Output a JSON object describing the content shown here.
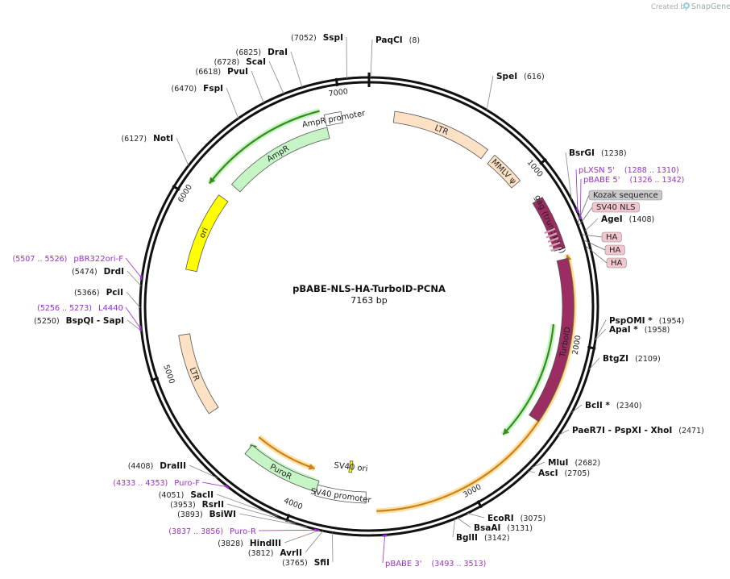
{
  "credit": {
    "prefix": "Created by",
    "brand": "SnapGene"
  },
  "plasmid": {
    "name": "pBABE-NLS-HA-TurboID-PCNA",
    "size_label": "7163 bp",
    "length": 7163
  },
  "ticks": [
    {
      "bp": 1000,
      "label": "1000"
    },
    {
      "bp": 2000,
      "label": "2000"
    },
    {
      "bp": 3000,
      "label": "3000"
    },
    {
      "bp": 4000,
      "label": "4000"
    },
    {
      "bp": 5000,
      "label": "5000"
    },
    {
      "bp": 6000,
      "label": "6000"
    },
    {
      "bp": 7000,
      "label": "7000"
    }
  ],
  "enzymes": [
    {
      "name": "PaqCI",
      "pos": "(8)",
      "bp": 8,
      "star": false
    },
    {
      "name": "SpeI",
      "pos": "(616)",
      "bp": 616,
      "star": false
    },
    {
      "name": "BsrGI",
      "pos": "(1238)",
      "bp": 1238,
      "star": false
    },
    {
      "name": "AgeI",
      "pos": "(1408)",
      "bp": 1408,
      "star": false
    },
    {
      "name": "PspOMI *",
      "pos": "(1954)",
      "bp": 1954,
      "star": true
    },
    {
      "name": "ApaI *",
      "pos": "(1958)",
      "bp": 1958,
      "star": true
    },
    {
      "name": "BtgZI",
      "pos": "(2109)",
      "bp": 2109,
      "star": false
    },
    {
      "name": "BclI *",
      "pos": "(2340)",
      "bp": 2340,
      "star": true
    },
    {
      "name": "PaeR7I  - PspXI  - XhoI",
      "pos": "(2471)",
      "bp": 2471,
      "star": false
    },
    {
      "name": "MluI",
      "pos": "(2682)",
      "bp": 2682,
      "star": false
    },
    {
      "name": "AscI",
      "pos": "(2705)",
      "bp": 2705,
      "star": false
    },
    {
      "name": "EcoRI",
      "pos": "(3075)",
      "bp": 3075,
      "star": false
    },
    {
      "name": "BsaAI",
      "pos": "(3131)",
      "bp": 3131,
      "star": false
    },
    {
      "name": "BglII",
      "pos": "(3142)",
      "bp": 3142,
      "star": false
    },
    {
      "name": "SfiI",
      "pos": "(3765)",
      "bp": 3765,
      "star": false
    },
    {
      "name": "AvrII",
      "pos": "(3812)",
      "bp": 3812,
      "star": false
    },
    {
      "name": "HindIII",
      "pos": "(3828)",
      "bp": 3828,
      "star": false
    },
    {
      "name": "BsiWI",
      "pos": "(3893)",
      "bp": 3893,
      "star": false
    },
    {
      "name": "RsrII",
      "pos": "(3953)",
      "bp": 3953,
      "star": false
    },
    {
      "name": "SacII",
      "pos": "(4051)",
      "bp": 4051,
      "star": false
    },
    {
      "name": "DraIII",
      "pos": "(4408)",
      "bp": 4408,
      "star": false
    },
    {
      "name": "BspQI  - SapI",
      "pos": "(5250)",
      "bp": 5250,
      "star": false
    },
    {
      "name": "PciI",
      "pos": "(5366)",
      "bp": 5366,
      "star": false
    },
    {
      "name": "DrdI",
      "pos": "(5474)",
      "bp": 5474,
      "star": false
    },
    {
      "name": "NotI",
      "pos": "(6127)",
      "bp": 6127,
      "star": false
    },
    {
      "name": "FspI",
      "pos": "(6470)",
      "bp": 6470,
      "star": false
    },
    {
      "name": "PvuI",
      "pos": "(6618)",
      "bp": 6618,
      "star": false
    },
    {
      "name": "ScaI",
      "pos": "(6728)",
      "bp": 6728,
      "star": false
    },
    {
      "name": "DraI",
      "pos": "(6825)",
      "bp": 6825,
      "star": false
    },
    {
      "name": "SspI",
      "pos": "(7052)",
      "bp": 7052,
      "star": false
    }
  ],
  "primers": [
    {
      "name": "pLXSN 5'",
      "range": "(1288 .. 1310)",
      "bp": 1299
    },
    {
      "name": "pBABE 5'",
      "range": "(1326 .. 1342)",
      "bp": 1334
    },
    {
      "name": "pBABE 3'",
      "range": "(3493 .. 3513)",
      "bp": 3503
    },
    {
      "name": "Puro-R",
      "range": "(3837 .. 3856)",
      "bp": 3846
    },
    {
      "name": "Puro-F",
      "range": "(4333 .. 4353)",
      "bp": 4343
    },
    {
      "name": "L4440",
      "range": "(5256 .. 5273)",
      "bp": 5264
    },
    {
      "name": "pBR322ori-F",
      "range": "(5507 .. 5526)",
      "bp": 5516
    }
  ],
  "small_features": [
    {
      "label": "Kozak sequence",
      "color": "#c9c9c9",
      "bp": 1356
    },
    {
      "label": "SV40 NLS",
      "color": "#f2c6cf",
      "bp": 1372
    },
    {
      "label": "HA",
      "color": "#f2c6cf",
      "bp": 1420
    },
    {
      "label": "HA",
      "color": "#f2c6cf",
      "bp": 1450
    },
    {
      "label": "HA",
      "color": "#f2c6cf",
      "bp": 1480
    }
  ],
  "features": [
    {
      "label": "LTR",
      "color": "#fde1c5",
      "start": 150,
      "end": 740,
      "dir": 0
    },
    {
      "label": "MMLV ψ",
      "color": "#fde1c5",
      "start": 790,
      "end": 1000,
      "dir": 0
    },
    {
      "label": "gag (truncated)",
      "color": "#9b2d63",
      "start": 1150,
      "end": 1460,
      "dir": 1
    },
    {
      "label": "TurboID",
      "color": "#9b2d63",
      "start": 1520,
      "end": 2470,
      "dir": 1
    },
    {
      "label": "AmpR promoter",
      "color": "#ffffff",
      "start": 6900,
      "end": 7000,
      "dir": -1
    },
    {
      "label": "AmpR",
      "color": "#c5f5c5",
      "start": 6200,
      "end": 6900,
      "dir": -1
    },
    {
      "label": "ori",
      "color": "#ffff00",
      "start": 5600,
      "end": 6100,
      "dir": 1
    },
    {
      "label": "LTR",
      "color": "#fde1c5",
      "start": 4700,
      "end": 5200,
      "dir": 0
    },
    {
      "label": "PuroR",
      "color": "#c5f5c5",
      "start": 3900,
      "end": 4380,
      "dir": -1
    },
    {
      "label": "SV40 promoter",
      "color": "#ffffff",
      "start": 3600,
      "end": 3900,
      "dir": -1
    },
    {
      "label": "SV40 ori",
      "color": "#ffff00",
      "start": 3700,
      "end": 3720,
      "dir": 0
    }
  ],
  "orfs": [
    {
      "color": "#3a8a1e",
      "halo": "#c5f5c5",
      "start": 6120,
      "end": 6880,
      "dir": -1
    },
    {
      "color": "#c8821e",
      "halo": "#ffe0a0",
      "start": 1500,
      "end": 3540,
      "dir": -1
    },
    {
      "color": "#3a8a1e",
      "halo": "#c5f5c5",
      "start": 1900,
      "end": 2660,
      "dir": 1
    },
    {
      "color": "#3a8a1e",
      "halo": "#c5f5c5",
      "start": 3930,
      "end": 4390,
      "dir": 1
    },
    {
      "color": "#c8821e",
      "halo": "#ffe0a0",
      "start": 3950,
      "end": 4380,
      "dir": -1
    }
  ]
}
